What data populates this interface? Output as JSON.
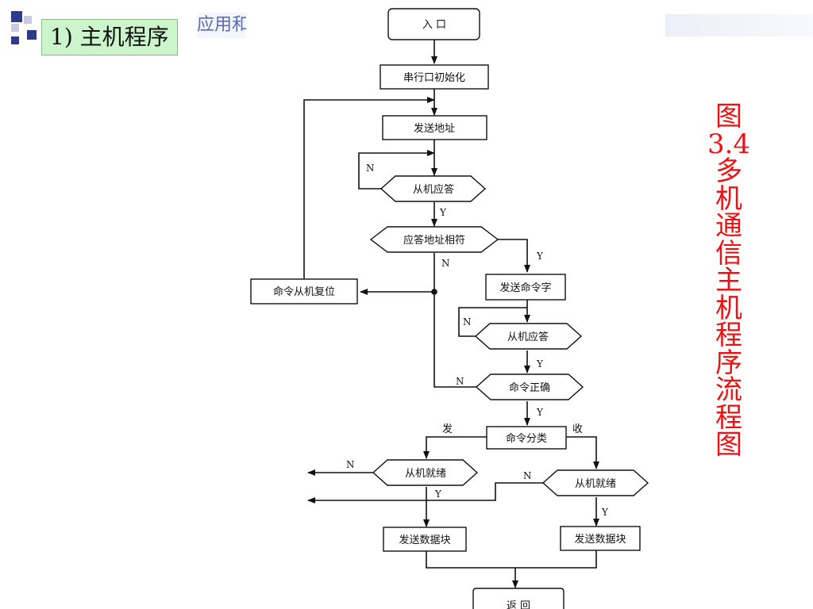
{
  "slide": {
    "title": "1) 主机程序",
    "partial_heading": "应用和"
  },
  "caption": "图3.4 多机通信主机程序流程图",
  "flowchart": {
    "nodes": {
      "entry": "入 口",
      "init": "串行口初始化",
      "send_addr": "发送地址",
      "slave_ack1": "从机应答",
      "addr_match": "应答地址相符",
      "send_cmd": "发送命令字",
      "slave_reset": "命令从机复位",
      "slave_ack2": "从机应答",
      "cmd_ok": "命令正确",
      "cmd_class": "命令分类",
      "slave_ready_send": "从机就绪",
      "slave_ready_recv": "从机就绪",
      "send_block_left": "发送数据块",
      "send_block_right": "发送数据块",
      "return": "返 回"
    },
    "labels": {
      "n1": "N",
      "y1": "Y",
      "n2": "N",
      "y2": "Y",
      "n3": "N",
      "y3": "Y",
      "n4": "N",
      "y4": "Y",
      "send_branch": "发",
      "recv_branch": "收",
      "n5": "N",
      "y5": "Y",
      "n6": "N",
      "y6": "Y"
    }
  }
}
